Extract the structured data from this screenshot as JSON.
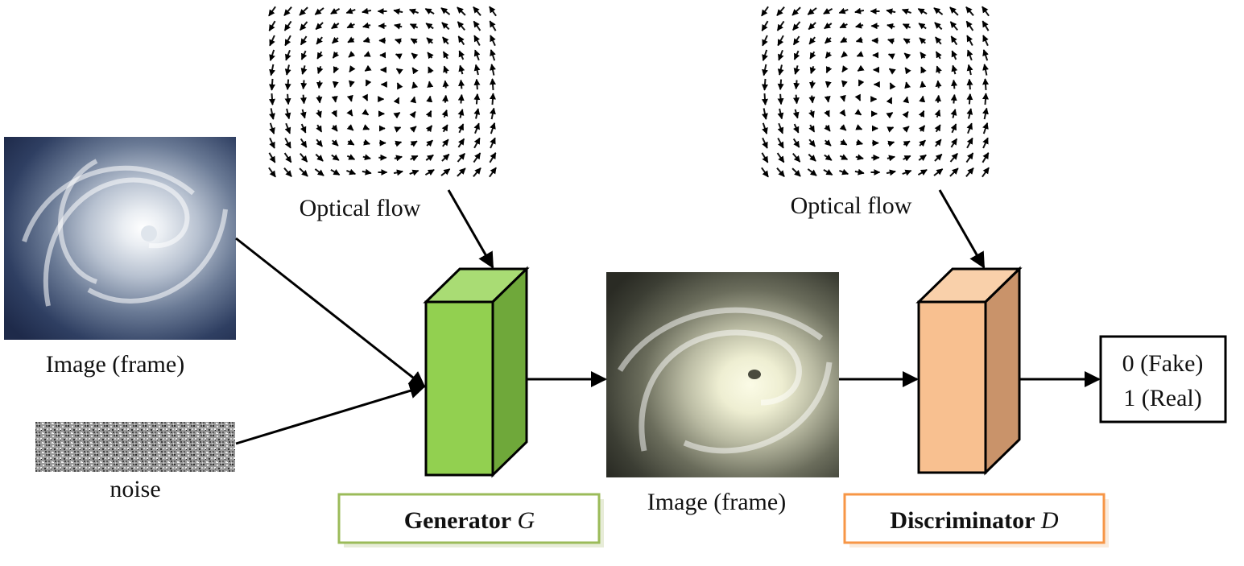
{
  "input_image": {
    "label": "Image (frame)"
  },
  "noise": {
    "label": "noise"
  },
  "optical_flow_generator": {
    "label": "Optical flow"
  },
  "optical_flow_discriminator": {
    "label": "Optical flow"
  },
  "generator": {
    "name": "Generator",
    "symbol": "G",
    "front_color": "#92d050",
    "side_color": "#6fa83a",
    "top_color": "#a9dc74",
    "caption_border": "#9bbb59"
  },
  "generated_image": {
    "label": "Image (frame)"
  },
  "discriminator": {
    "name": "Discriminator",
    "symbol": "D",
    "front_color": "#f8c090",
    "side_color": "#c9936a",
    "top_color": "#f9d0aa",
    "caption_border": "#f79646"
  },
  "output": {
    "fake": "0 (Fake)",
    "real": "1 (Real)"
  }
}
